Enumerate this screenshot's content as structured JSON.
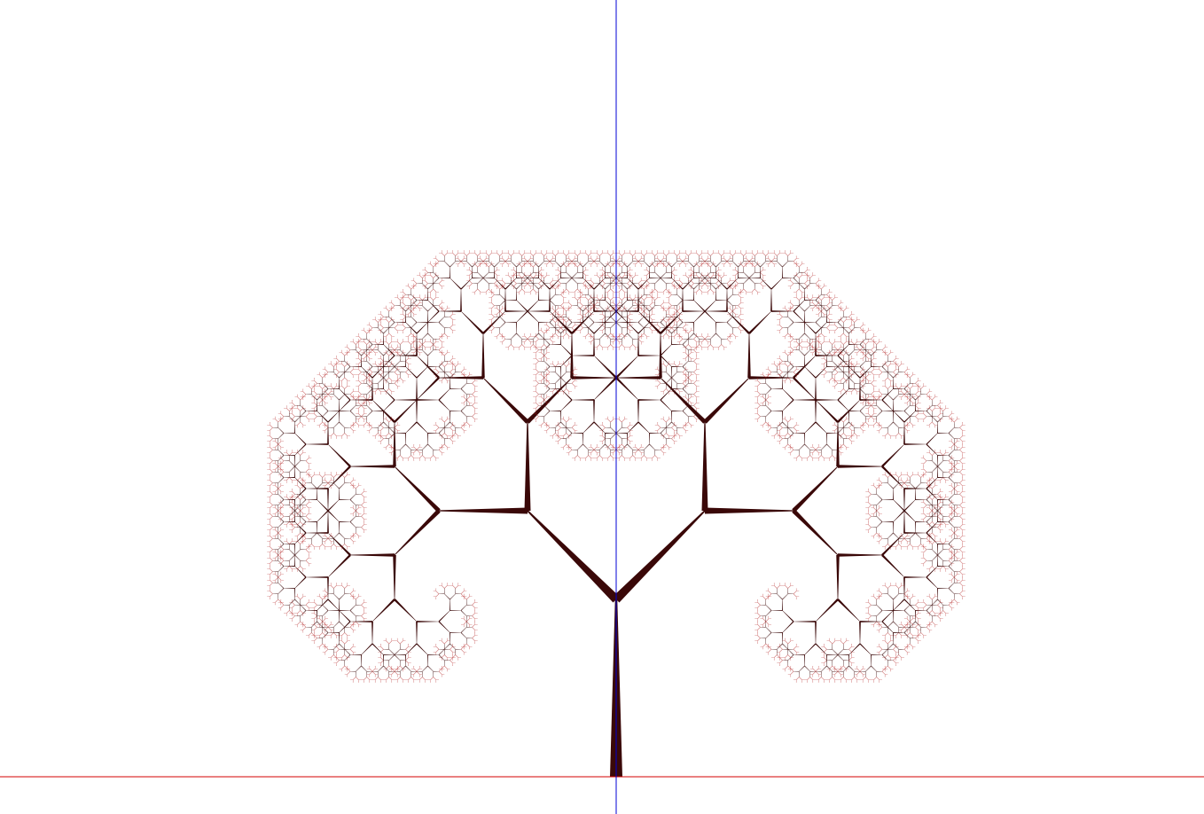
{
  "scene": {
    "background": "#ffffff"
  },
  "axes": {
    "x_axis_color": "#d40000",
    "y_axis_color": "#0000d4"
  },
  "tree": {
    "type": "binary-fractal-tree",
    "recursion_depth": 12,
    "branch_angle_deg": 45,
    "length_ratio": 0.7071,
    "branch_color": "#3a0808",
    "leaf_color": "#b01818",
    "symmetry": "bilateral"
  }
}
